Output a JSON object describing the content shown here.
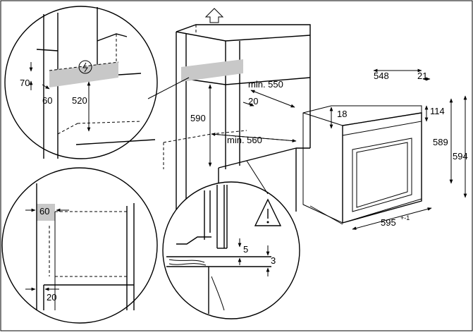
{
  "figure": {
    "border_color": "#000000",
    "shade_color": "#c8c8c8",
    "detail_top_left": {
      "labels": {
        "d70": "70",
        "d60": "60",
        "d520": "520"
      },
      "icon": "power-symbol-icon"
    },
    "detail_bottom_left": {
      "labels": {
        "d60": "60",
        "d20": "20"
      }
    },
    "cabinet": {
      "labels": {
        "min550": "min. 550",
        "d20": "20",
        "d590": "590",
        "min560": "min. 560"
      },
      "icon": "up-arrow-icon"
    },
    "detail_bottom_center": {
      "labels": {
        "d5": "5",
        "d3": "3"
      },
      "icon": "warning-triangle-icon"
    },
    "oven": {
      "labels": {
        "d548": "548",
        "d21": "21",
        "d18": "18",
        "d114": "114",
        "d589": "589",
        "d594": "594",
        "d595": "595",
        "d595_tol": "+-1"
      }
    }
  }
}
